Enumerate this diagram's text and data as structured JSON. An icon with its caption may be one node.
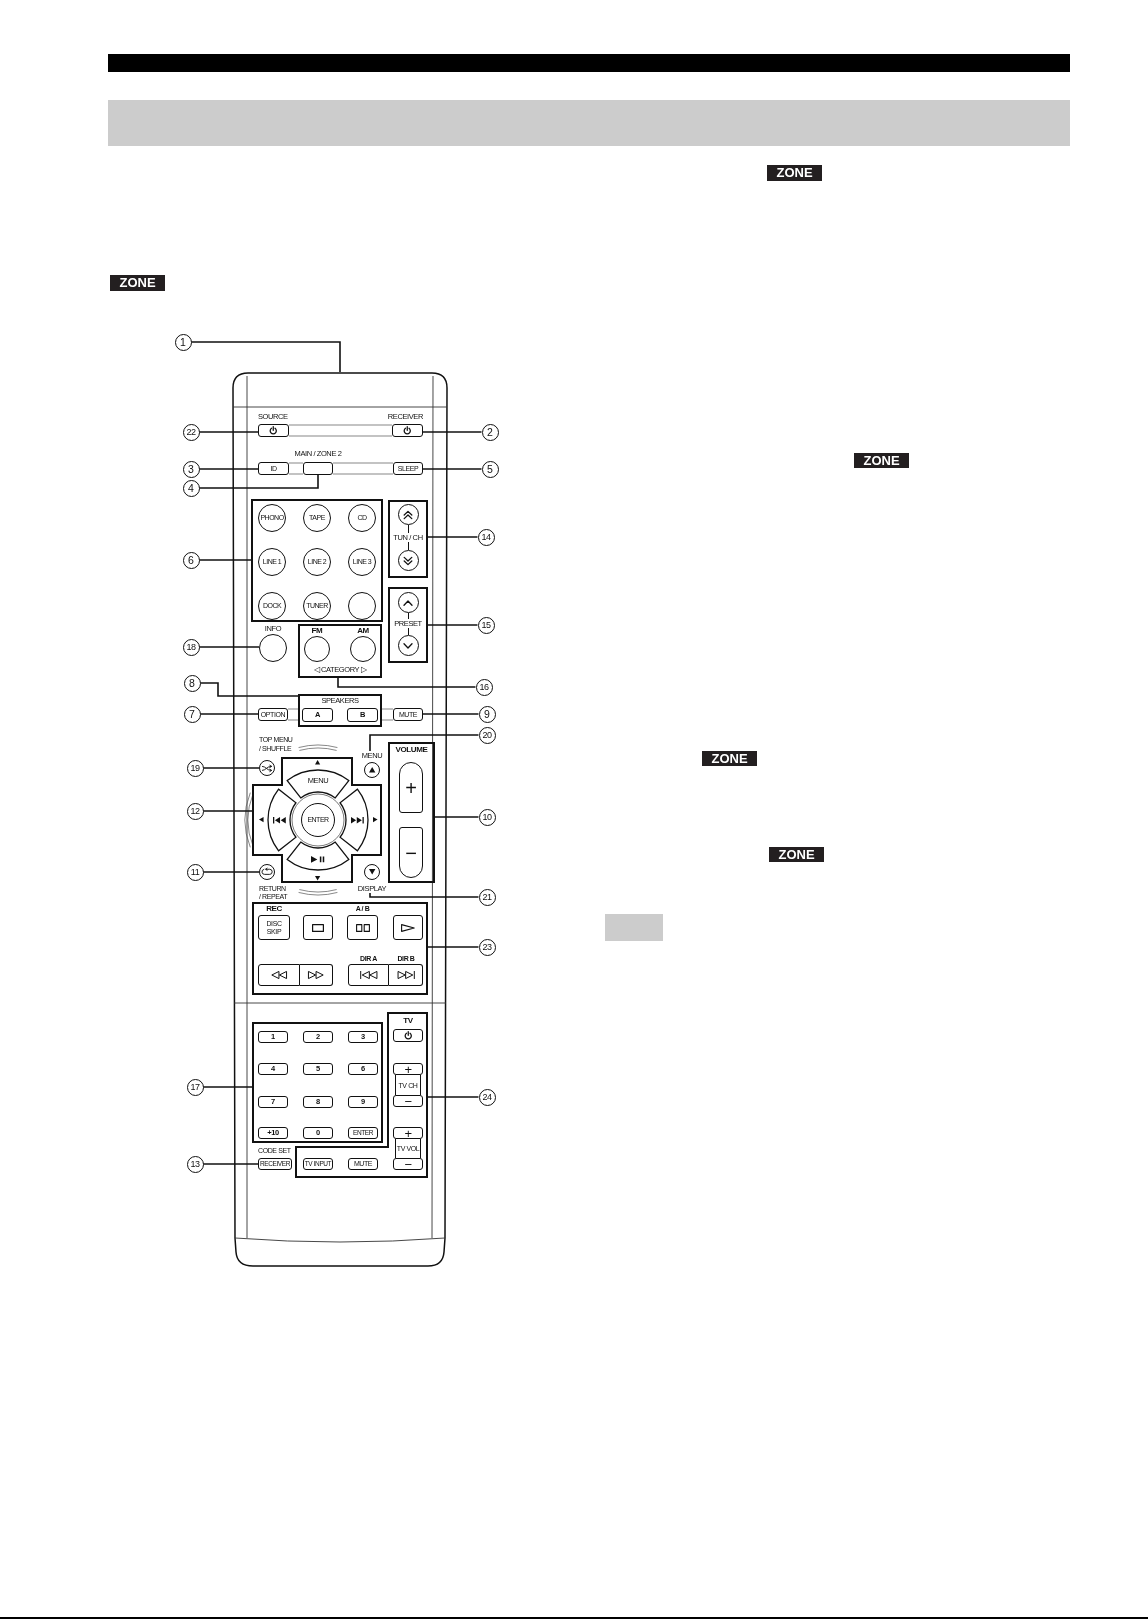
{
  "diagram": {
    "nodes": [
      {
        "text": [],
        "shape": "box"
      },
      {
        "text": [
          "SOURCE"
        ],
        "in": 0
      },
      {
        "text": [
          "RECEIVER"
        ],
        "in": 0
      },
      {
        "text": [
          "ID"
        ],
        "in": 0
      },
      {
        "text": [
          "MAIN / ZONE 2"
        ],
        "in": 0
      },
      {
        "text": [
          "SLEEP"
        ],
        "in": 0
      },
      {
        "text": [],
        "shape": "box",
        "in": 0
      },
      {
        "text": [
          "PHONO"
        ],
        "in": 6
      },
      {
        "text": [
          "TAPE"
        ],
        "in": 6
      },
      {
        "text": [
          "CD"
        ],
        "in": 6
      },
      {
        "text": [
          "LINE 1"
        ],
        "in": 6
      },
      {
        "text": [
          "LINE 2"
        ],
        "in": 6
      },
      {
        "text": [
          "LINE 3"
        ],
        "in": 6
      },
      {
        "text": [
          "DOCK"
        ],
        "in": 6
      },
      {
        "text": [
          "TUNER"
        ],
        "in": 6
      },
      {
        "text": [],
        "shape": "circle",
        "in": 6
      },
      {
        "text": [
          "TUN / CH"
        ],
        "in": 0
      },
      {
        "text": [],
        "shape": "circle",
        "in": 16
      },
      {
        "text": [],
        "shape": "circle",
        "in": 16
      },
      {
        "text": [
          "PRESET"
        ],
        "in": 0
      },
      {
        "text": [],
        "shape": "circle",
        "in": 19
      },
      {
        "text": [],
        "shape": "circle",
        "in": 19
      },
      {
        "text": [
          "INFO"
        ],
        "in": 0
      },
      {
        "text": [
          "◁ CATEGORY ▷"
        ],
        "in": 0
      },
      {
        "text": [
          "FM"
        ],
        "in": 23
      },
      {
        "text": [
          "AM"
        ],
        "in": 23
      },
      {
        "text": [
          "SPEAKERS"
        ],
        "in": 0
      },
      {
        "text": [
          "A"
        ],
        "in": 26
      },
      {
        "text": [
          "B"
        ],
        "in": 26
      },
      {
        "text": [
          "OPTION"
        ],
        "in": 0
      },
      {
        "text": [
          "MUTE"
        ],
        "in": 0
      },
      {
        "text": [
          "TOP MENU / SHUFFLE"
        ],
        "in": 0
      },
      {
        "text": [
          "MENU"
        ],
        "in": 0
      },
      {
        "text": [
          "VOLUME"
        ],
        "in": 0
      },
      {
        "text": [
          "+"
        ],
        "in": 33
      },
      {
        "text": [
          "−"
        ],
        "in": 33
      },
      {
        "text": [],
        "shape": "box",
        "in": 0
      },
      {
        "text": [
          "MENU"
        ],
        "in": 36
      },
      {
        "text": [],
        "shape": "box",
        "in": 36
      },
      {
        "text": [
          "ENTER"
        ],
        "in": 36
      },
      {
        "text": [],
        "shape": "box",
        "in": 36
      },
      {
        "text": [],
        "shape": "box",
        "in": 36
      },
      {
        "text": [
          "RETURN / REPEAT"
        ],
        "in": 0
      },
      {
        "text": [
          "DISPLAY"
        ],
        "in": 0
      },
      {
        "text": [],
        "shape": "box",
        "in": 0
      },
      {
        "text": [
          "REC",
          "DISC SKIP"
        ],
        "in": 44
      },
      {
        "text": [],
        "shape": "box",
        "in": 44
      },
      {
        "text": [
          "A / B"
        ],
        "in": 44
      },
      {
        "text": [],
        "shape": "box",
        "in": 44
      },
      {
        "text": [],
        "shape": "box",
        "in": 44
      },
      {
        "text": [],
        "shape": "box",
        "in": 44
      },
      {
        "text": [
          "DIR A"
        ],
        "in": 44
      },
      {
        "text": [
          "DIR B"
        ],
        "in": 44
      },
      {
        "text": [],
        "shape": "box",
        "in": 0
      },
      {
        "text": [
          "1"
        ],
        "in": 53
      },
      {
        "text": [
          "2"
        ],
        "in": 53
      },
      {
        "text": [
          "3"
        ],
        "in": 53
      },
      {
        "text": [
          "4"
        ],
        "in": 53
      },
      {
        "text": [
          "5"
        ],
        "in": 53
      },
      {
        "text": [
          "6"
        ],
        "in": 53
      },
      {
        "text": [
          "7"
        ],
        "in": 53
      },
      {
        "text": [
          "8"
        ],
        "in": 53
      },
      {
        "text": [
          "9"
        ],
        "in": 53
      },
      {
        "text": [
          "+10"
        ],
        "in": 53
      },
      {
        "text": [
          "0"
        ],
        "in": 53
      },
      {
        "text": [
          "ENTER"
        ],
        "in": 53
      },
      {
        "text": [],
        "shape": "box",
        "in": 0
      },
      {
        "text": [
          "TV"
        ],
        "in": 66
      },
      {
        "text": [
          "+"
        ],
        "in": 66
      },
      {
        "text": [
          "TV CH"
        ],
        "in": 66
      },
      {
        "text": [
          "−"
        ],
        "in": 66
      },
      {
        "text": [
          "+"
        ],
        "in": 66
      },
      {
        "text": [
          "TV VOL"
        ],
        "in": 66
      },
      {
        "text": [
          "−"
        ],
        "in": 66
      },
      {
        "text": [
          "TV INPUT"
        ],
        "in": 66
      },
      {
        "text": [
          "MUTE"
        ],
        "in": 66
      },
      {
        "text": [
          "CODE SET",
          "RECEIVER"
        ],
        "in": 0
      },
      {
        "text": [
          "1"
        ]
      },
      {
        "text": [
          "2"
        ]
      },
      {
        "text": [
          "3"
        ]
      },
      {
        "text": [
          "4"
        ]
      },
      {
        "text": [
          "5"
        ]
      },
      {
        "text": [
          "6"
        ]
      },
      {
        "text": [
          "7"
        ]
      },
      {
        "text": [
          "8"
        ]
      },
      {
        "text": [
          "9"
        ]
      },
      {
        "text": [
          "10"
        ]
      },
      {
        "text": [
          "11"
        ]
      },
      {
        "text": [
          "12"
        ]
      },
      {
        "text": [
          "13"
        ]
      },
      {
        "text": [
          "14"
        ]
      },
      {
        "text": [
          "15"
        ]
      },
      {
        "text": [
          "16"
        ]
      },
      {
        "text": [
          "17"
        ]
      },
      {
        "text": [
          "18"
        ]
      },
      {
        "text": [
          "19"
        ]
      },
      {
        "text": [
          "20"
        ]
      },
      {
        "text": [
          "21"
        ]
      },
      {
        "text": [
          "22"
        ]
      },
      {
        "text": [
          "23"
        ]
      },
      {
        "text": [
          "24"
        ]
      },
      {
        "text": [],
        "shape": "bar"
      },
      {
        "text": [],
        "shape": "box"
      }
    ],
    "edges": [
      {
        "from": 77,
        "to": 0,
        "arrow": "none"
      },
      {
        "from": 78,
        "to": 2,
        "arrow": "none"
      },
      {
        "from": 79,
        "to": 3,
        "arrow": "none"
      },
      {
        "from": 80,
        "to": 4,
        "arrow": "none"
      },
      {
        "from": 81,
        "to": 5,
        "arrow": "none"
      },
      {
        "from": 82,
        "to": 6,
        "arrow": "none"
      },
      {
        "from": 83,
        "to": 29,
        "arrow": "none"
      },
      {
        "from": 84,
        "to": 26,
        "arrow": "none"
      },
      {
        "from": 85,
        "to": 30,
        "arrow": "none"
      },
      {
        "from": 86,
        "to": 33,
        "arrow": "none"
      },
      {
        "from": 87,
        "to": 42,
        "arrow": "none"
      },
      {
        "from": 88,
        "to": 36,
        "arrow": "none"
      },
      {
        "from": 89,
        "to": 76,
        "arrow": "none"
      },
      {
        "from": 90,
        "to": 16,
        "arrow": "none"
      },
      {
        "from": 91,
        "to": 19,
        "arrow": "none"
      },
      {
        "from": 92,
        "to": 23,
        "arrow": "none"
      },
      {
        "from": 93,
        "to": 53,
        "arrow": "none"
      },
      {
        "from": 94,
        "to": 22,
        "arrow": "none"
      },
      {
        "from": 95,
        "to": 31,
        "arrow": "none"
      },
      {
        "from": 96,
        "to": 32,
        "arrow": "none"
      },
      {
        "from": 97,
        "to": 43,
        "arrow": "none"
      },
      {
        "from": 98,
        "to": 1,
        "arrow": "none"
      },
      {
        "from": 99,
        "to": 44,
        "arrow": "none"
      },
      {
        "from": 100,
        "to": 66,
        "arrow": "none"
      }
    ],
    "labels": [
      "ZONE",
      "ZONE",
      "ZONE",
      "ZONE",
      "ZONE"
    ]
  }
}
